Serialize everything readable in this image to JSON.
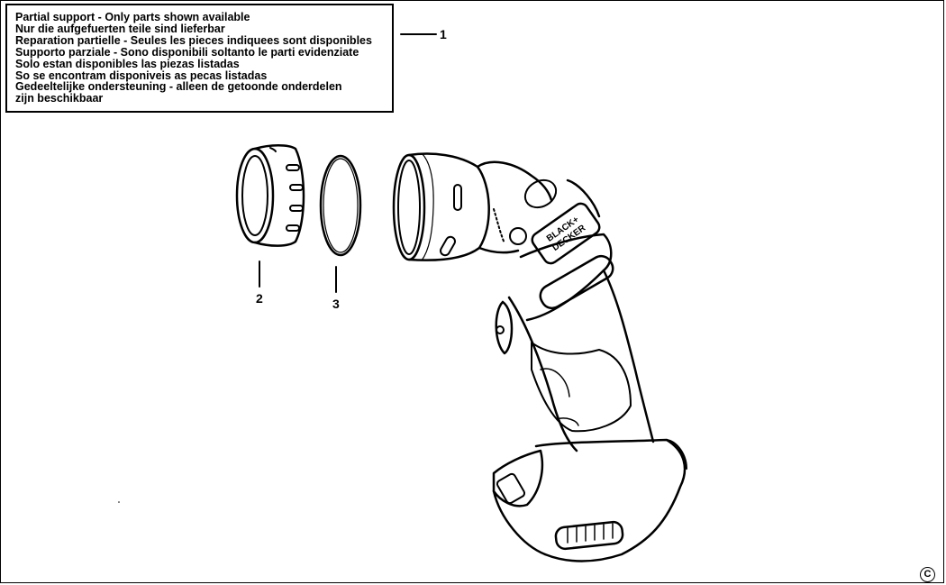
{
  "notice": {
    "lines": [
      "Partial support - Only parts shown available",
      "Nur die aufgefuerten teile sind lieferbar",
      "Reparation partielle - Seules les pieces indiquees sont disponibles",
      "Supporto parziale - Sono disponibili soltanto le parti evidenziate",
      "Solo estan disponibles las piezas listadas",
      "So se encontram disponiveis as pecas listadas",
      "Gedeeltelijke ondersteuning - alleen de getoonde onderdelen",
      "zijn beschikbaar"
    ]
  },
  "callouts": {
    "part1": "1",
    "part2": "2",
    "part3": "3"
  },
  "brand": {
    "line1": "BLACK+",
    "line2": "DECKER"
  },
  "copyright": "C"
}
